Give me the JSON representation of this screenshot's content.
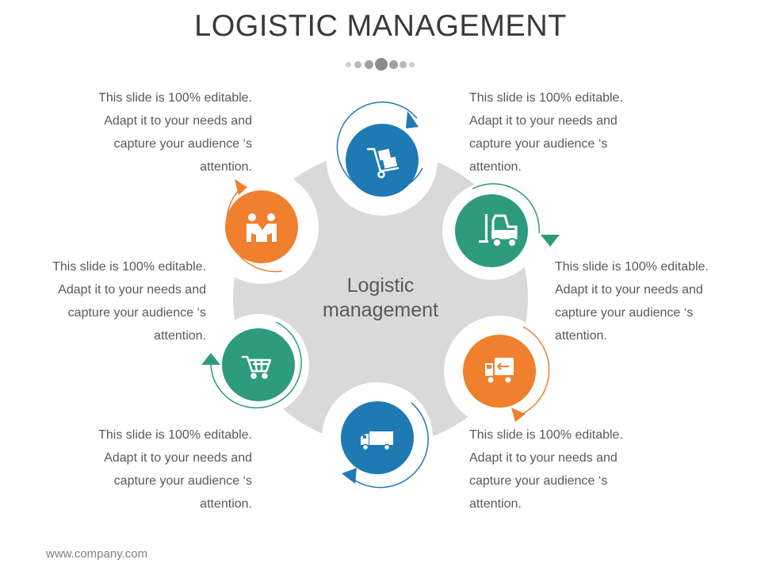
{
  "title": "LOGISTIC MANAGEMENT",
  "center_label_line1": "Logistic",
  "center_label_line2": "management",
  "footer": "www.company.com",
  "colors": {
    "blue": "#1f7ab4",
    "teal": "#2e9b7f",
    "orange": "#f07f2e",
    "hub": "#d9d9d9",
    "text": "#595959"
  },
  "text_blocks": [
    {
      "id": "top-left",
      "lines": [
        "This slide is 100% editable.",
        "Adapt it to your needs and",
        "capture your  audience ‘s",
        "attention."
      ]
    },
    {
      "id": "top-right",
      "lines": [
        "This slide is 100% editable.",
        "Adapt it to your needs and",
        "capture your  audience ‘s",
        "attention."
      ]
    },
    {
      "id": "mid-left",
      "lines": [
        "This slide is 100% editable.",
        "Adapt it to your needs and",
        "capture your  audience ‘s",
        "attention."
      ]
    },
    {
      "id": "mid-right",
      "lines": [
        "This slide is 100% editable.",
        "Adapt it to your needs and",
        "capture your  audience ‘s",
        "attention."
      ]
    },
    {
      "id": "bottom-left",
      "lines": [
        "This slide is 100% editable.",
        "Adapt it to your needs and",
        "capture your  audience ‘s",
        "attention."
      ]
    },
    {
      "id": "bottom-right",
      "lines": [
        "This slide is 100% editable.",
        "Adapt it to your needs and",
        "capture your  audience ‘s",
        "attention."
      ]
    }
  ],
  "nodes": [
    {
      "name": "hand-truck-icon",
      "color": "blue"
    },
    {
      "name": "forklift-icon",
      "color": "teal"
    },
    {
      "name": "delivery-truck-icon",
      "color": "orange"
    },
    {
      "name": "shipping-truck-icon",
      "color": "blue"
    },
    {
      "name": "shopping-cart-icon",
      "color": "teal"
    },
    {
      "name": "handshake-people-icon",
      "color": "orange"
    }
  ]
}
